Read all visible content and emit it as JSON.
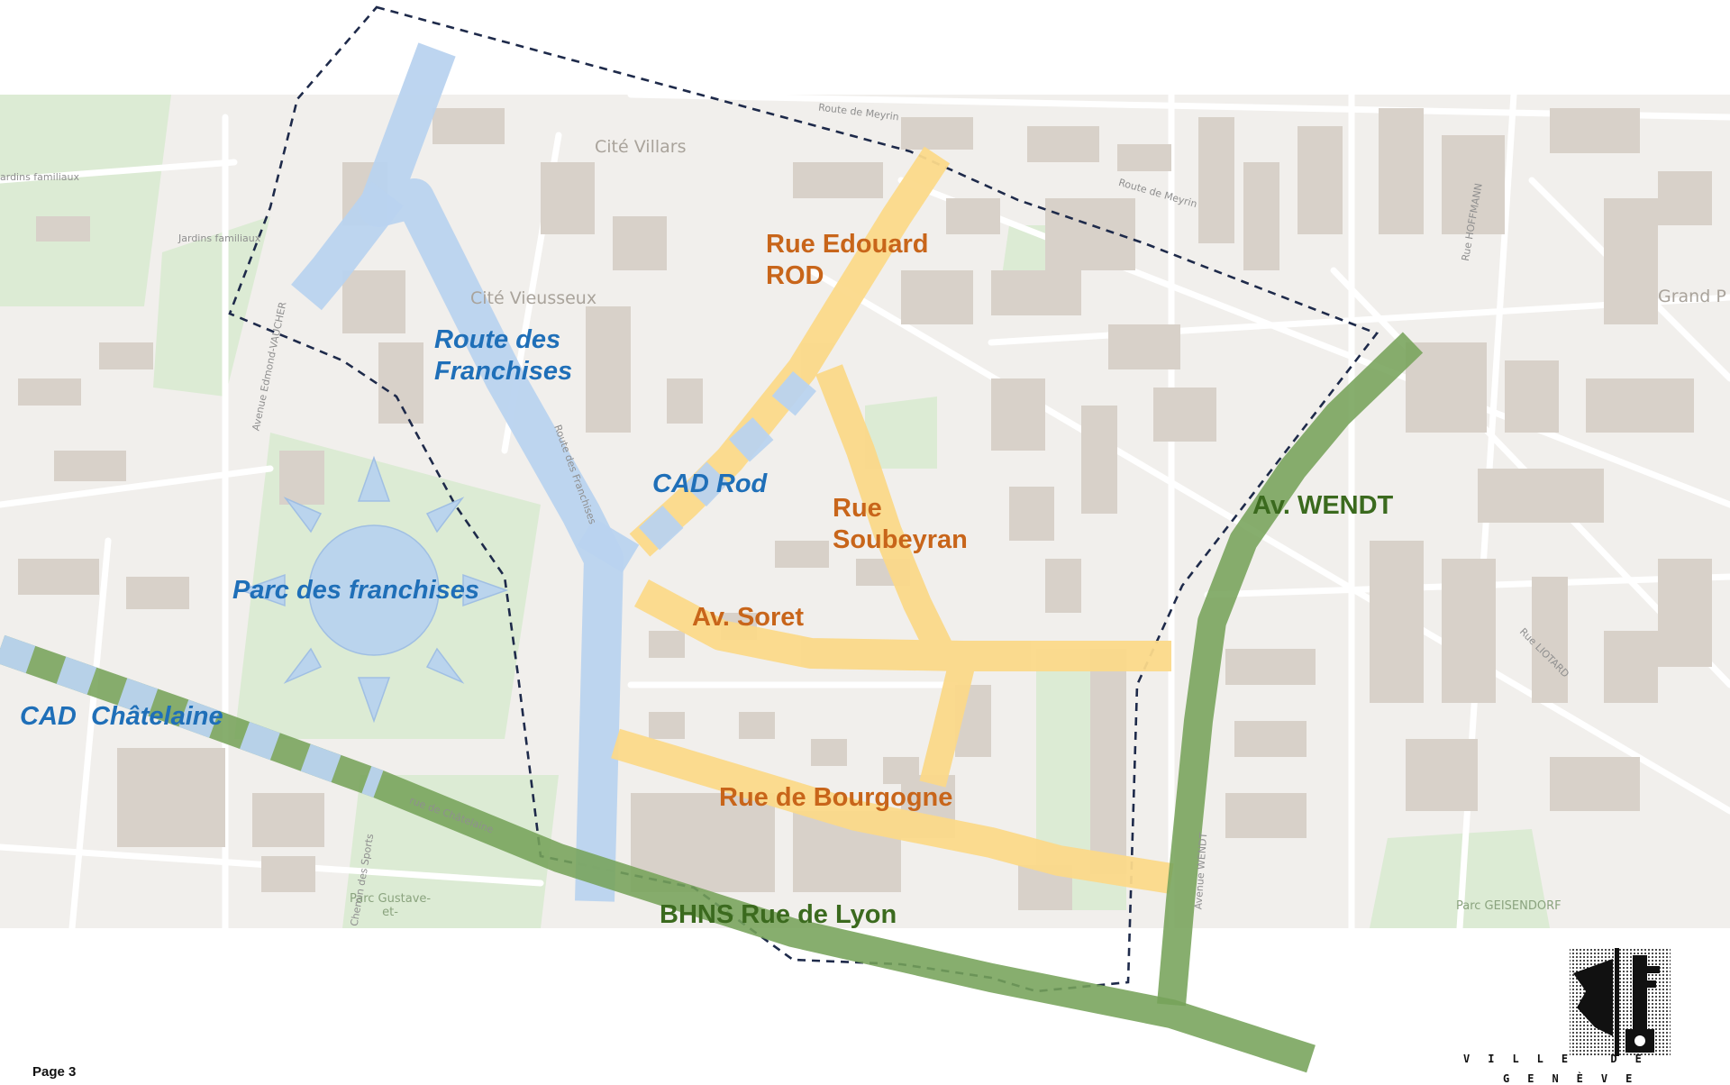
{
  "map": {
    "corridors": {
      "route_des_franchises": {
        "label": "Route des\nFranchises",
        "color": "#b9d3ef"
      },
      "cad_rod": {
        "label": "CAD Rod",
        "color": "#b9d3ef"
      },
      "cad_chatelaine": {
        "label": "CAD  Châtelaine",
        "color": "#b9d3ef"
      },
      "rue_edouard_rod": {
        "label": "Rue Edouard\nROD",
        "color": "#fbd98a"
      },
      "rue_soubeyran": {
        "label": "Rue\nSoubeyran",
        "color": "#fbd98a"
      },
      "av_soret": {
        "label": "Av. Soret",
        "color": "#fbd98a"
      },
      "rue_de_bourgogne": {
        "label": "Rue de Bourgogne",
        "color": "#fbd98a"
      },
      "av_wendt": {
        "label": "Av. WENDT",
        "color": "#76a35a"
      },
      "bhns_rue_de_lyon": {
        "label": "BHNS Rue de Lyon",
        "color": "#76a35a"
      }
    },
    "park_label": "Parc des franchises",
    "basemap_labels": {
      "jardins_familiaux_1": "ardins familiaux",
      "jardins_familiaux_2": "Jardins familiaux",
      "cite_villars": "Cité Villars",
      "cite_vieusseux": "Cité Vieusseux",
      "grand_pre": "Grand P",
      "parc_gustave": "Parc Gustave-\net-",
      "parc_geisendorf": "Parc GEISENDORF",
      "route_de_meyrin_1": "Route de Meyrin",
      "route_de_meyrin_2": "Route de Meyrin",
      "rue_de_chatelaine": "rue de Châtelaine",
      "avenue_wendt_small": "Avenue WENDT",
      "rue_hoffmann": "Rue HOFFMANN",
      "rue_liotard": "Rue LIOTARD",
      "chemin_des_sports": "Chemin des Sports",
      "avenue_edmond_vaucher": "Avenue Edmond-VAUCHER",
      "route_des_franchises_small": "Route des Franchises"
    },
    "colors": {
      "background": "#f1efec",
      "building": "#d9d2ca",
      "park": "#d9ecd1",
      "perimeter": "#1e2a4a"
    }
  },
  "footer": {
    "page_number": "Page 3",
    "logo_line1": "VILLE DE",
    "logo_line2": "GENÈVE"
  }
}
